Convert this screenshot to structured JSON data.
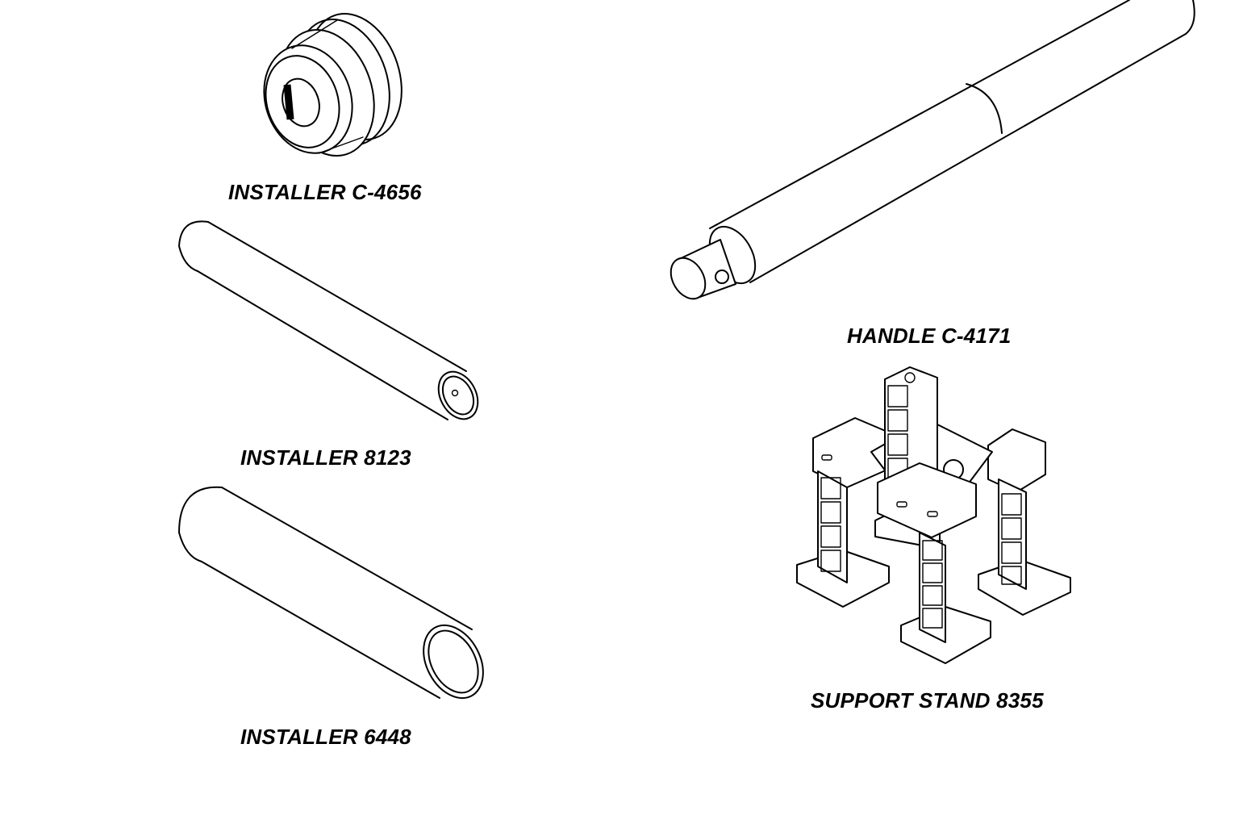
{
  "labels": {
    "installer_c4656": "INSTALLER C-4656",
    "installer_8123": "INSTALLER 8123",
    "installer_6448": "INSTALLER 6448",
    "handle_c4171": "HANDLE C-4171",
    "support_stand_8355": "SUPPORT STAND 8355"
  },
  "colors": {
    "line": "#000000",
    "background": "#ffffff"
  }
}
